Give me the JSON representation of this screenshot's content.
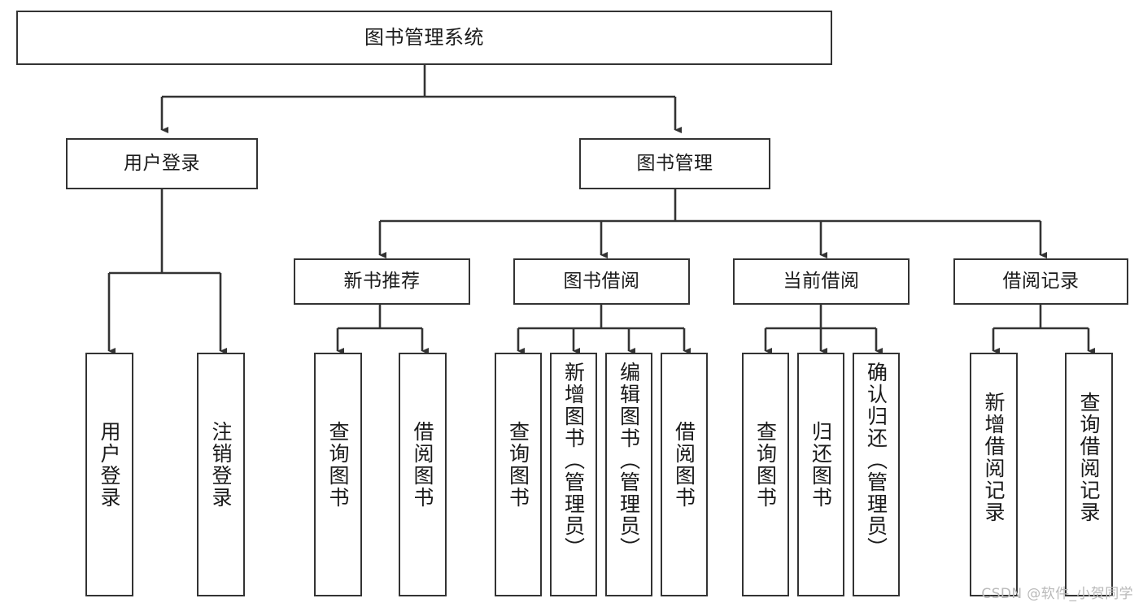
{
  "diagram": {
    "title": "图书管理系统",
    "type": "hierarchy-tree",
    "levels": 4,
    "nodes": {
      "root": {
        "label": "图书管理系统",
        "orientation": "horizontal"
      },
      "level2": [
        {
          "id": "user-login",
          "label": "用户登录",
          "orientation": "horizontal"
        },
        {
          "id": "book-management",
          "label": "图书管理",
          "orientation": "horizontal"
        }
      ],
      "level3": [
        {
          "id": "new-book-recommend",
          "label": "新书推荐",
          "orientation": "horizontal"
        },
        {
          "id": "book-borrow",
          "label": "图书借阅",
          "orientation": "horizontal"
        },
        {
          "id": "current-borrow",
          "label": "当前借阅",
          "orientation": "horizontal"
        },
        {
          "id": "borrow-record",
          "label": "借阅记录",
          "orientation": "horizontal"
        }
      ],
      "leaves": [
        {
          "id": "leaf-user-login",
          "label": "用户登录",
          "parent": "user-login",
          "orientation": "vertical"
        },
        {
          "id": "leaf-logout",
          "label": "注销登录",
          "parent": "user-login",
          "orientation": "vertical"
        },
        {
          "id": "leaf-query-book-1",
          "label": "查询图书",
          "parent": "new-book-recommend",
          "orientation": "vertical"
        },
        {
          "id": "leaf-borrow-book-1",
          "label": "借阅图书",
          "parent": "new-book-recommend",
          "orientation": "vertical"
        },
        {
          "id": "leaf-query-book-2",
          "label": "查询图书",
          "parent": "book-borrow",
          "orientation": "vertical"
        },
        {
          "id": "leaf-add-book",
          "label": "新增图书（管理员）",
          "parent": "book-borrow",
          "orientation": "vertical"
        },
        {
          "id": "leaf-edit-book",
          "label": "编辑图书（管理员）",
          "parent": "book-borrow",
          "orientation": "vertical"
        },
        {
          "id": "leaf-borrow-book-2",
          "label": "借阅图书",
          "parent": "book-borrow",
          "orientation": "vertical"
        },
        {
          "id": "leaf-query-book-3",
          "label": "查询图书",
          "parent": "current-borrow",
          "orientation": "vertical"
        },
        {
          "id": "leaf-return-book",
          "label": "归还图书",
          "parent": "current-borrow",
          "orientation": "vertical"
        },
        {
          "id": "leaf-confirm-return",
          "label": "确认归还（管理员）",
          "parent": "current-borrow",
          "orientation": "vertical"
        },
        {
          "id": "leaf-add-record",
          "label": "新增借阅记录",
          "parent": "borrow-record",
          "orientation": "vertical"
        },
        {
          "id": "leaf-query-record",
          "label": "查询借阅记录",
          "parent": "borrow-record",
          "orientation": "vertical"
        }
      ]
    },
    "colors": {
      "border": "#333333",
      "fill": "#ffffff",
      "text": "#1a1a1a",
      "connector": "#333333",
      "watermark": "#b9b9b9"
    }
  },
  "watermark": {
    "text": "CSDN @软件_小贺同学"
  }
}
